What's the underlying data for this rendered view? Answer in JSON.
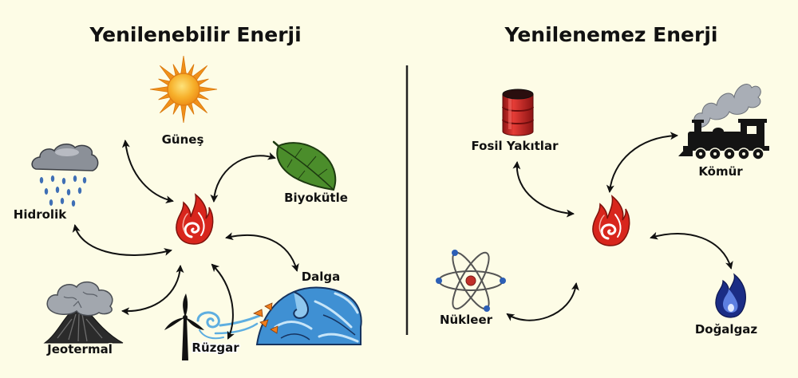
{
  "diagram": {
    "renewable": {
      "title": "Yenilenebilir Enerji",
      "center_icon": "fire-icon",
      "sources": {
        "solar": {
          "label": "Güneş",
          "icon": "sun-icon"
        },
        "hydro": {
          "label": "Hidrolik",
          "icon": "rain-cloud-icon"
        },
        "biomass": {
          "label": "Biyokütle",
          "icon": "leaf-icon"
        },
        "geothermal": {
          "label": "Jeotermal",
          "icon": "volcano-icon"
        },
        "wind": {
          "label": "Rüzgar",
          "icon": "wind-turbine-icon"
        },
        "wave": {
          "label": "Dalga",
          "icon": "ocean-wave-icon"
        }
      }
    },
    "nonrenewable": {
      "title": "Yenilenemez Enerji",
      "center_icon": "fire-icon",
      "sources": {
        "fossil": {
          "label": "Fosil Yakıtlar",
          "icon": "oil-barrel-icon"
        },
        "coal": {
          "label": "Kömür",
          "icon": "steam-locomotive-icon"
        },
        "nuclear": {
          "label": "Nükleer",
          "icon": "atom-icon"
        },
        "natural_gas": {
          "label": "Doğalgaz",
          "icon": "blue-gas-flame-icon"
        }
      }
    }
  },
  "colors": {
    "background": "#fdfce6",
    "text": "#111111",
    "arrow": "#111111",
    "flame_red": "#d8261d",
    "sun_orange": "#f39c1c",
    "leaf_green": "#4b8d2b",
    "water_blue": "#3f90d3",
    "barrel_red": "#c92222",
    "gas_flame_blue": "#1b2d85"
  }
}
